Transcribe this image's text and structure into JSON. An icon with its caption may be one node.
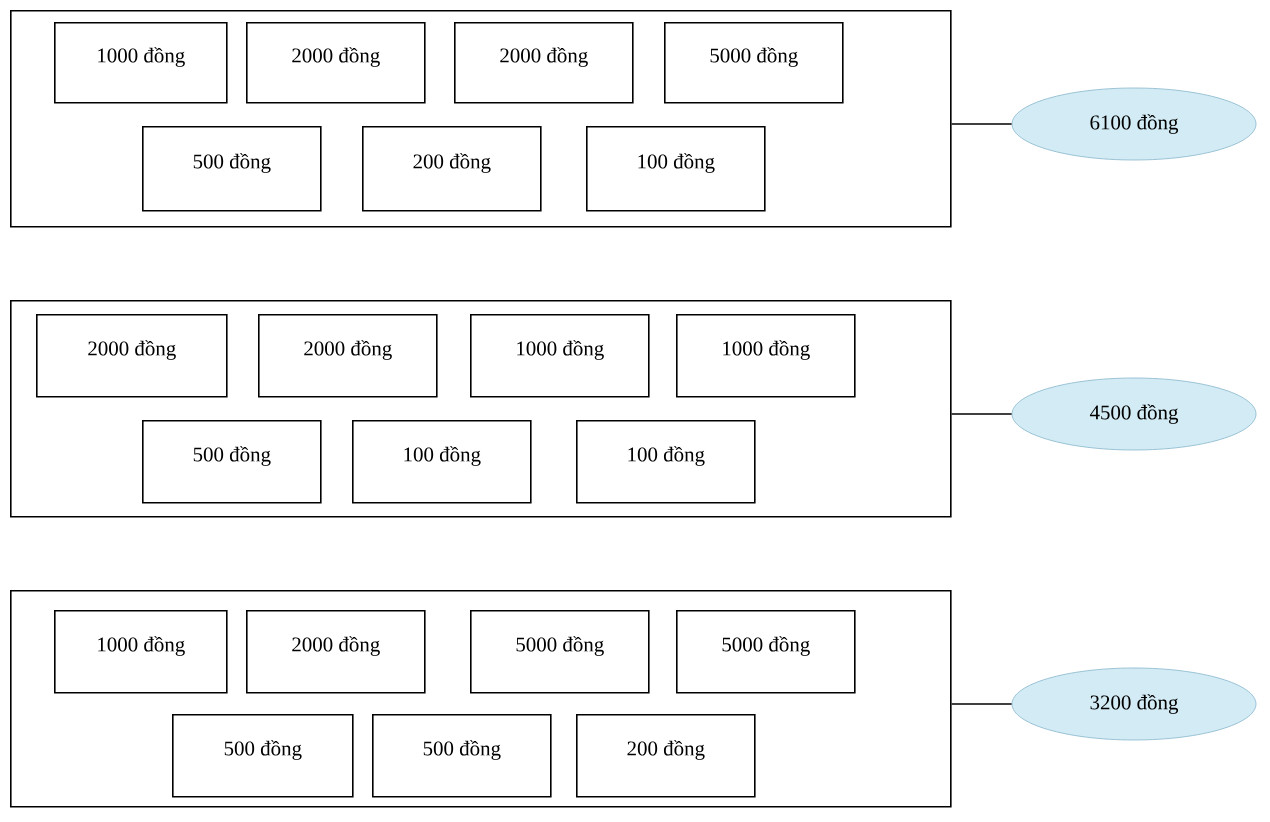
{
  "diagram": {
    "nodes": [
      {
        "text": [],
        "shape": "box"
      },
      {
        "text": [
          "1000 đồng"
        ],
        "in": 0
      },
      {
        "text": [
          "2000 đồng"
        ],
        "in": 0
      },
      {
        "text": [
          "2000 đồng"
        ],
        "in": 0
      },
      {
        "text": [
          "5000 đồng"
        ],
        "in": 0
      },
      {
        "text": [
          "500 đồng"
        ],
        "in": 0
      },
      {
        "text": [
          "200 đồng"
        ],
        "in": 0
      },
      {
        "text": [
          "100 đồng"
        ],
        "in": 0
      },
      {
        "text": [
          "6100 đồng"
        ]
      },
      {
        "text": [],
        "shape": "box"
      },
      {
        "text": [
          "2000 đồng"
        ],
        "in": 9
      },
      {
        "text": [
          "2000 đồng"
        ],
        "in": 9
      },
      {
        "text": [
          "1000 đồng"
        ],
        "in": 9
      },
      {
        "text": [
          "1000 đồng"
        ],
        "in": 9
      },
      {
        "text": [
          "500 đồng"
        ],
        "in": 9
      },
      {
        "text": [
          "100 đồng"
        ],
        "in": 9
      },
      {
        "text": [
          "100 đồng"
        ],
        "in": 9
      },
      {
        "text": [
          "4500 đồng"
        ]
      },
      {
        "text": [],
        "shape": "box"
      },
      {
        "text": [
          "1000 đồng"
        ],
        "in": 18
      },
      {
        "text": [
          "2000 đồng"
        ],
        "in": 18
      },
      {
        "text": [
          "5000 đồng"
        ],
        "in": 18
      },
      {
        "text": [
          "5000 đồng"
        ],
        "in": 18
      },
      {
        "text": [
          "500 đồng"
        ],
        "in": 18
      },
      {
        "text": [
          "500 đồng"
        ],
        "in": 18
      },
      {
        "text": [
          "200 đồng"
        ],
        "in": 18
      },
      {
        "text": [
          "3200 đồng"
        ]
      }
    ],
    "edges": [
      {
        "from": 0,
        "to": 8,
        "arrow": "none"
      },
      {
        "from": 9,
        "to": 17,
        "arrow": "none"
      },
      {
        "from": 18,
        "to": 26,
        "arrow": "none"
      }
    ]
  }
}
